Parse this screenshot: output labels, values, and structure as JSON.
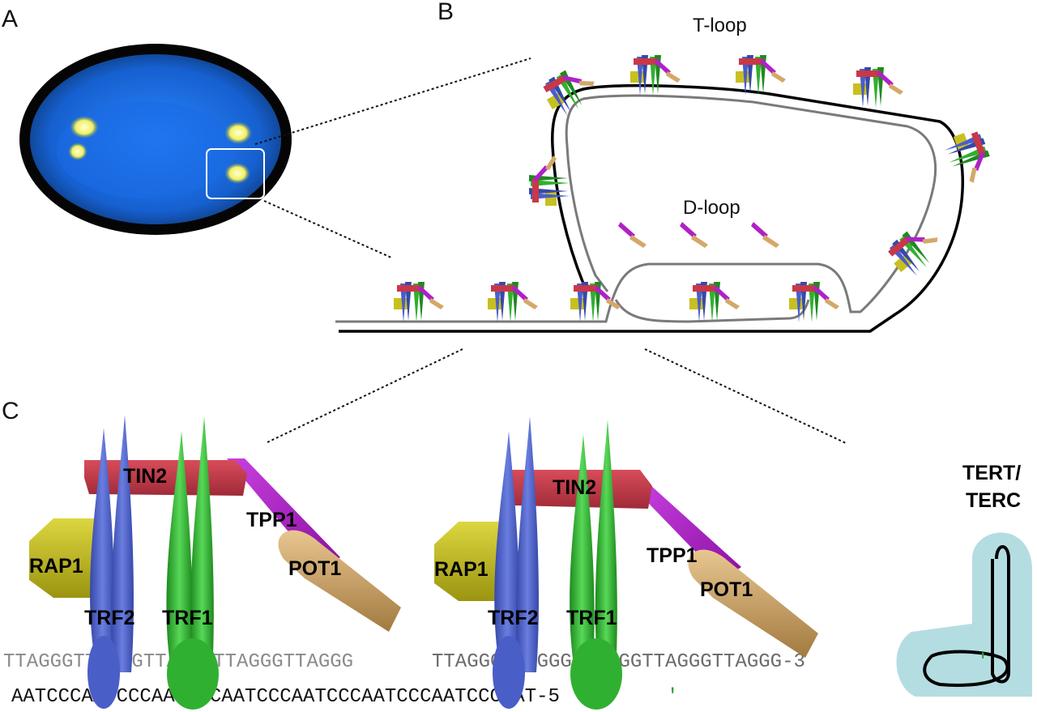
{
  "panels": {
    "a": "A",
    "b": "B",
    "c": "C"
  },
  "t_loop_label": "T-loop",
  "d_loop_label": "D-loop",
  "proteins": {
    "tin2": "TIN2",
    "tpp1": "TPP1",
    "pot1": "POT1",
    "rap1": "RAP1",
    "trf2": "TRF2",
    "trf1": "TRF1"
  },
  "telomerase": {
    "line1": "TERT/",
    "line2": "TERC"
  },
  "sequences": {
    "top_a": "TTAGGGTTAGGGTTAGGGTTAGGGTTAGGG",
    "top_b": "TTAGGGTTAGGGTTAGGGTTAGGGTTAGGG-3",
    "prime_top": "′",
    "bottom": "AATCCCAATCCCAATCCCAATCCCAATCCCAATCCCAATCCCAAT-5",
    "prime_bottom": "′"
  },
  "colors": {
    "nucleus": "#1e6fe0",
    "telomere_focus": "#ffff80",
    "tin2": "#c83848",
    "tpp1": "#b020c8",
    "pot1": "#d4a868",
    "rap1": "#c8c020",
    "trf2": "#4a5ec8",
    "trf1": "#30b030",
    "terc_bg": "#b4dde2",
    "prime_green": "#2aa02a"
  }
}
